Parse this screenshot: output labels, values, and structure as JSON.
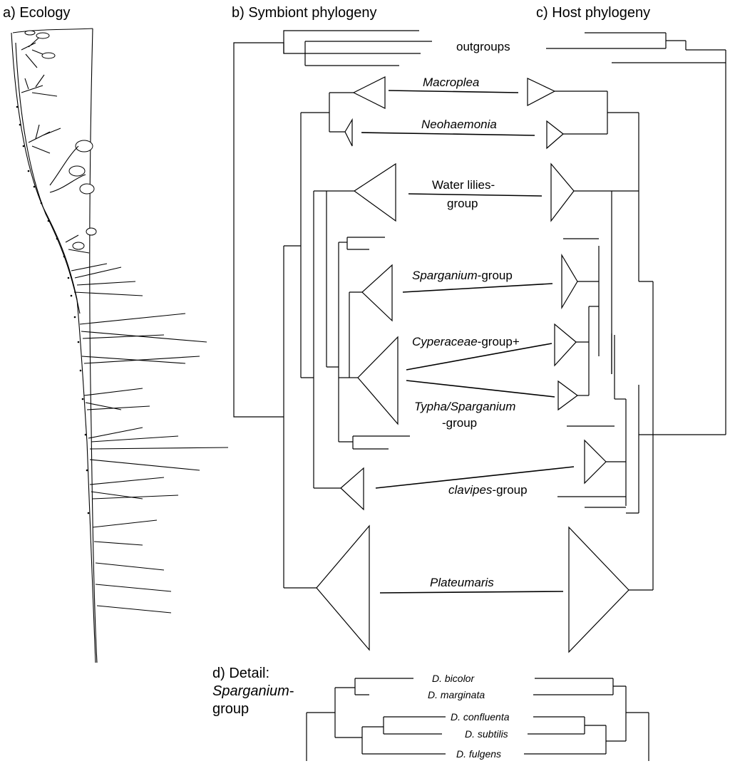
{
  "panels": {
    "a": "a) Ecology",
    "b": "b) Symbiont phylogeny",
    "c": "c) Host phylogeny",
    "d_line1": "d) Detail:",
    "d_italic": "Sparganium",
    "d_dash": "-",
    "d_line2": "group"
  },
  "clades": {
    "outgroups": "outgroups",
    "macroplea": "Macroplea",
    "neohaemonia": "Neohaemonia",
    "water_lilies_1": "Water lilies-",
    "water_lilies_2": "group",
    "sparganium_italic": "Sparganium",
    "sparganium_rest": "-group",
    "cyperaceae_italic": "Cyperaceae",
    "cyperaceae_rest": "-group+",
    "typha_italic": "Typha/Sparganium",
    "typha_rest": "-group",
    "clavipes_italic": "clavipes",
    "clavipes_rest": "-group",
    "plateumaris": "Plateumaris"
  },
  "detail_species": [
    "D. bicolor",
    "D. marginata",
    "D. confluenta",
    "D. subtilis",
    "D. fulgens"
  ]
}
